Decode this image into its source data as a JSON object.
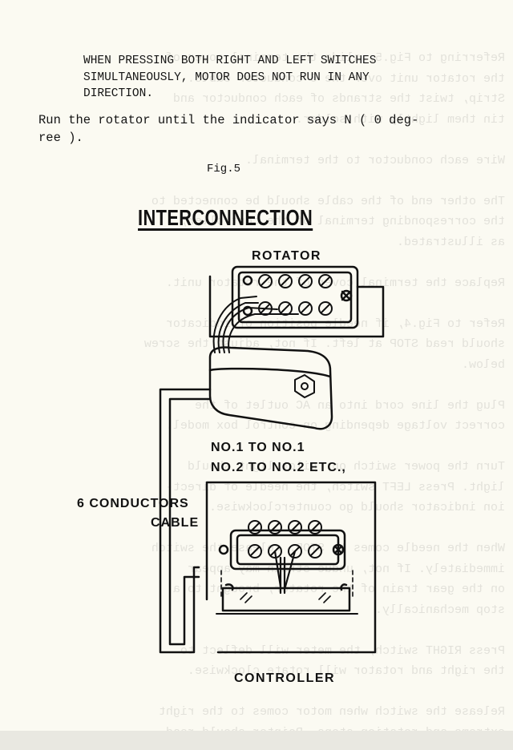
{
  "warning_text": "WHEN PRESSING BOTH RIGHT AND LEFT SWITCHES\nSIMULTANEOUSLY, MOTOR DOES NOT RUN IN ANY\nDIRECTION.",
  "instruction_text": "Run the rotator until the indicator says N ( 0 deg-\nree ).",
  "figure_label": "Fig.5",
  "figure_title": "INTERCONNECTION",
  "labels": {
    "rotator": "ROTATOR",
    "connection_note_line1": "NO.1 TO NO.1",
    "connection_note_line2": "NO.2 TO NO.2 ETC.,",
    "cable_line1": "6 CONDUCTORS",
    "cable_line2": "CABLE",
    "controller": "CONTROLLER"
  }
}
